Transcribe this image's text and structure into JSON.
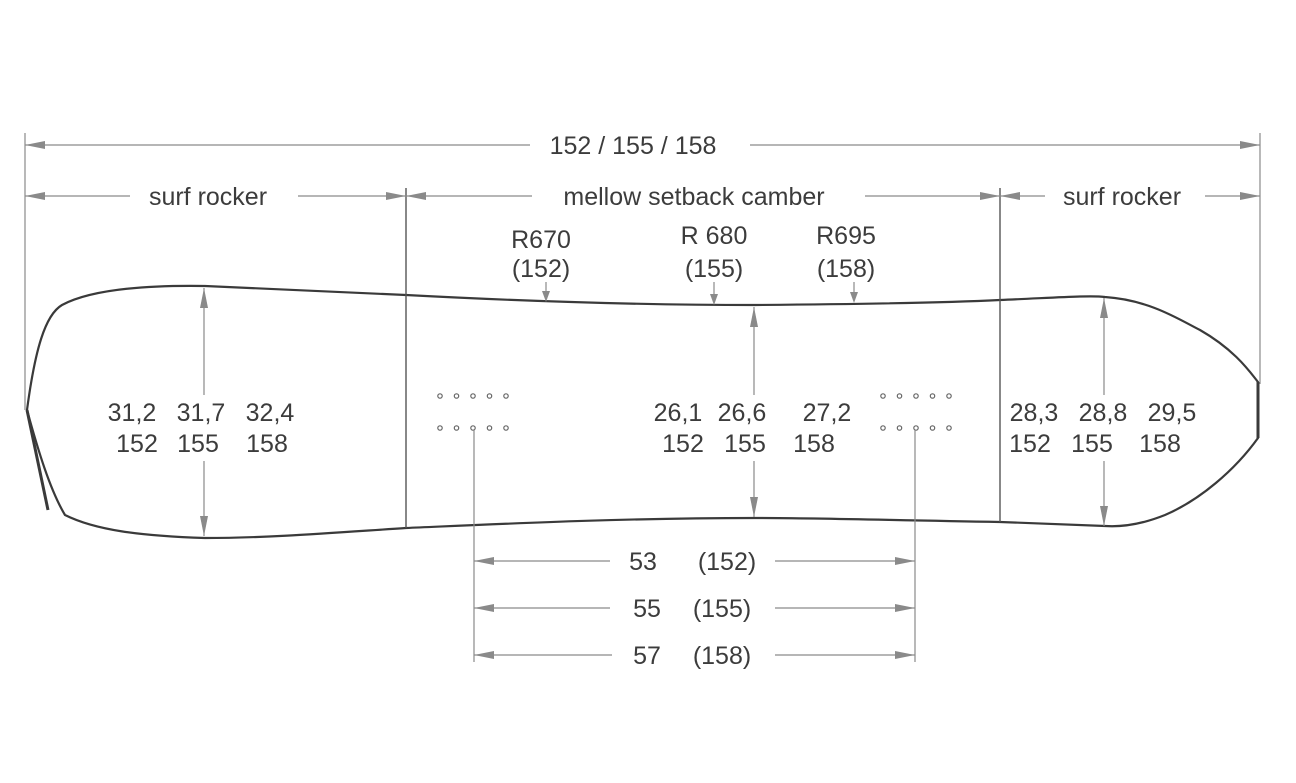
{
  "overall_length": "152 / 155 / 158",
  "zones": {
    "nose": "surf rocker",
    "center": "mellow setback camber",
    "tail": "surf rocker"
  },
  "sidecut": [
    {
      "radius": "R670",
      "size": "(152)"
    },
    {
      "radius": "R 680",
      "size": "(155)"
    },
    {
      "radius": "R695",
      "size": "(158)"
    }
  ],
  "widths": {
    "nose": {
      "values": [
        "31,2",
        "31,7",
        "32,4"
      ],
      "sizes": [
        "152",
        "155",
        "158"
      ]
    },
    "waist": {
      "values": [
        "26,1",
        "26,6",
        "27,2"
      ],
      "sizes": [
        "152",
        "155",
        "158"
      ]
    },
    "tail": {
      "values": [
        "28,3",
        "28,8",
        "29,5"
      ],
      "sizes": [
        "152",
        "155",
        "158"
      ]
    }
  },
  "stance": [
    {
      "value": "53",
      "size": "(152)"
    },
    {
      "value": "55",
      "size": "(155)"
    },
    {
      "value": "57",
      "size": "(158)"
    }
  ]
}
